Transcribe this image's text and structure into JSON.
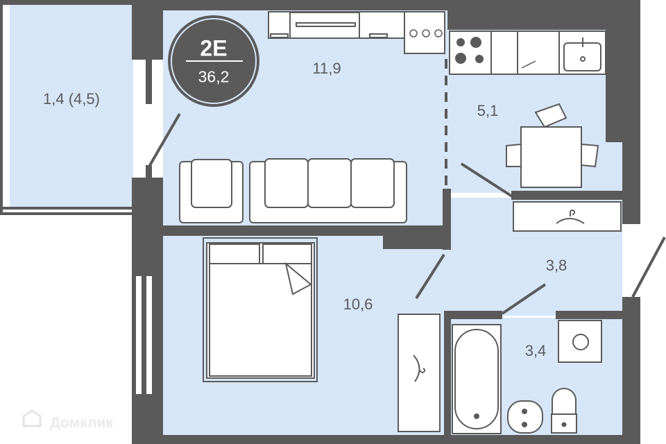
{
  "plan": {
    "type_label": "2E",
    "total_area": "36,2"
  },
  "rooms": {
    "balcony": "1,4 (4,5)",
    "living_room": "11,9",
    "kitchen": "5,1",
    "bedroom": "10,6",
    "hallway": "3,8",
    "bathroom": "3,4"
  },
  "watermark": "Домклик",
  "colors": {
    "wall": "#5a5a5a",
    "floor": "#d6e6f7",
    "furniture": "#ffffff",
    "outline": "#5a5a5a"
  }
}
